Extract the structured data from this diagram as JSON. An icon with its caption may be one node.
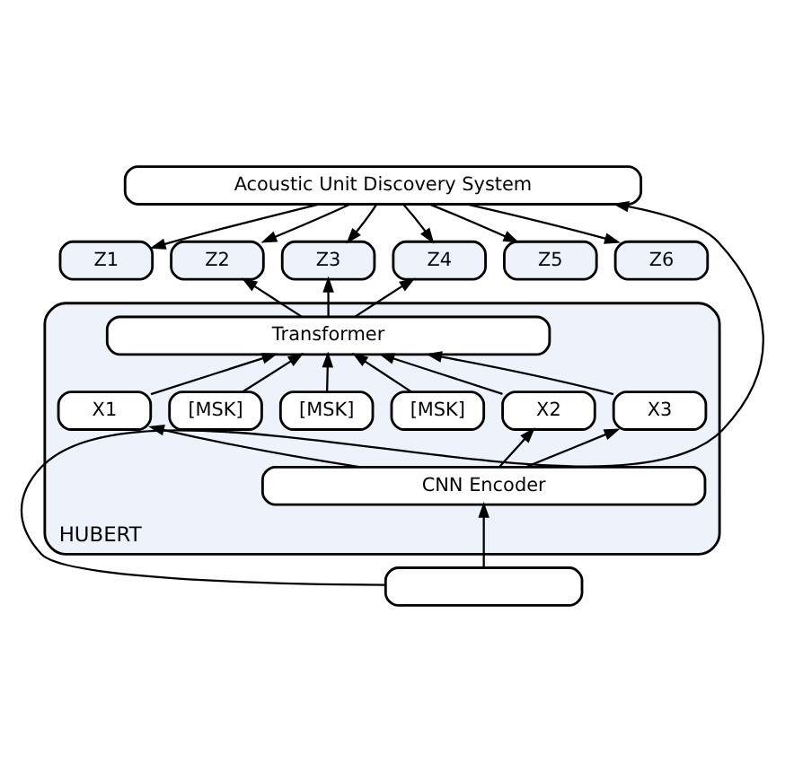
{
  "diagram": {
    "nodes": [
      {
        "text": [
          "Acoustic Unit Discovery System"
        ]
      },
      {
        "text": [
          "Z1"
        ]
      },
      {
        "text": [
          "Z2"
        ]
      },
      {
        "text": [
          "Z3"
        ]
      },
      {
        "text": [
          "Z4"
        ]
      },
      {
        "text": [
          "Z5"
        ]
      },
      {
        "text": [
          "Z6"
        ]
      },
      {
        "text": [
          "HUBERT"
        ]
      },
      {
        "text": [
          "Transformer"
        ],
        "in": 7
      },
      {
        "text": [
          "X1"
        ],
        "in": 7
      },
      {
        "text": [
          "[MSK]"
        ],
        "in": 7
      },
      {
        "text": [
          "[MSK]"
        ],
        "in": 7
      },
      {
        "text": [
          "[MSK]"
        ],
        "in": 7
      },
      {
        "text": [
          "X2"
        ],
        "in": 7
      },
      {
        "text": [
          "X3"
        ],
        "in": 7
      },
      {
        "text": [
          "CNN Encoder"
        ],
        "in": 7
      },
      {
        "text": [],
        "shape": "box"
      }
    ],
    "edges": [
      {
        "from": 0,
        "to": 1,
        "arrow": "to"
      },
      {
        "from": 0,
        "to": 2,
        "arrow": "to"
      },
      {
        "from": 0,
        "to": 3,
        "arrow": "to"
      },
      {
        "from": 0,
        "to": 4,
        "arrow": "to"
      },
      {
        "from": 0,
        "to": 5,
        "arrow": "to"
      },
      {
        "from": 0,
        "to": 6,
        "arrow": "to"
      },
      {
        "from": 8,
        "to": 2,
        "arrow": "to"
      },
      {
        "from": 8,
        "to": 3,
        "arrow": "to"
      },
      {
        "from": 8,
        "to": 4,
        "arrow": "to"
      },
      {
        "from": 9,
        "to": 8,
        "arrow": "to"
      },
      {
        "from": 10,
        "to": 8,
        "arrow": "to"
      },
      {
        "from": 11,
        "to": 8,
        "arrow": "to"
      },
      {
        "from": 12,
        "to": 8,
        "arrow": "to"
      },
      {
        "from": 13,
        "to": 8,
        "arrow": "to"
      },
      {
        "from": 14,
        "to": 8,
        "arrow": "to"
      },
      {
        "from": 15,
        "to": 9,
        "arrow": "to"
      },
      {
        "from": 15,
        "to": 13,
        "arrow": "to"
      },
      {
        "from": 15,
        "to": 14,
        "arrow": "to"
      },
      {
        "from": 16,
        "to": 15,
        "arrow": "to"
      },
      {
        "from": 16,
        "to": 0,
        "arrow": "to"
      }
    ]
  }
}
